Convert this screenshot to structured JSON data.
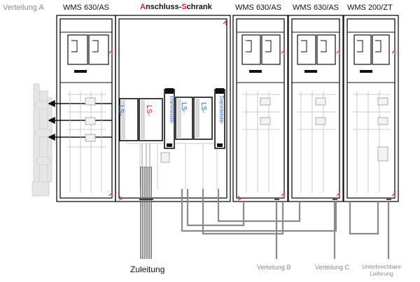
{
  "labels": {
    "verteilung_a": "Verteilung A",
    "cabinet1": "WMS 630/AS",
    "anschluss_first": "A",
    "anschluss_mid": "nschluss-",
    "anschluss_s": "S",
    "anschluss_rest": "chrank",
    "cabinet3": "WMS 630/AS",
    "cabinet4": "WMS 630/AS",
    "cabinet5": "WMS 200/ZT",
    "zuleitung": "Zuleitung",
    "verteilung_b": "Verteilung B",
    "verteilung_c": "Verteilung C",
    "unterbrechbare_1": "Unterbrechbare",
    "unterbrechbare_2": "Lieferung"
  },
  "modules": {
    "ls1": "LS-",
    "ls2": "LS-",
    "ls3": "LS-",
    "ls4": "LS-",
    "trenn1": "Trennleiste-",
    "trenn2": "Trennleiste-"
  },
  "colors": {
    "frame": "#111111",
    "accent": "#e02020",
    "label_blue": "#2a5fd0",
    "cable": "#7a7a7a",
    "faint": "#bbbbbb"
  }
}
